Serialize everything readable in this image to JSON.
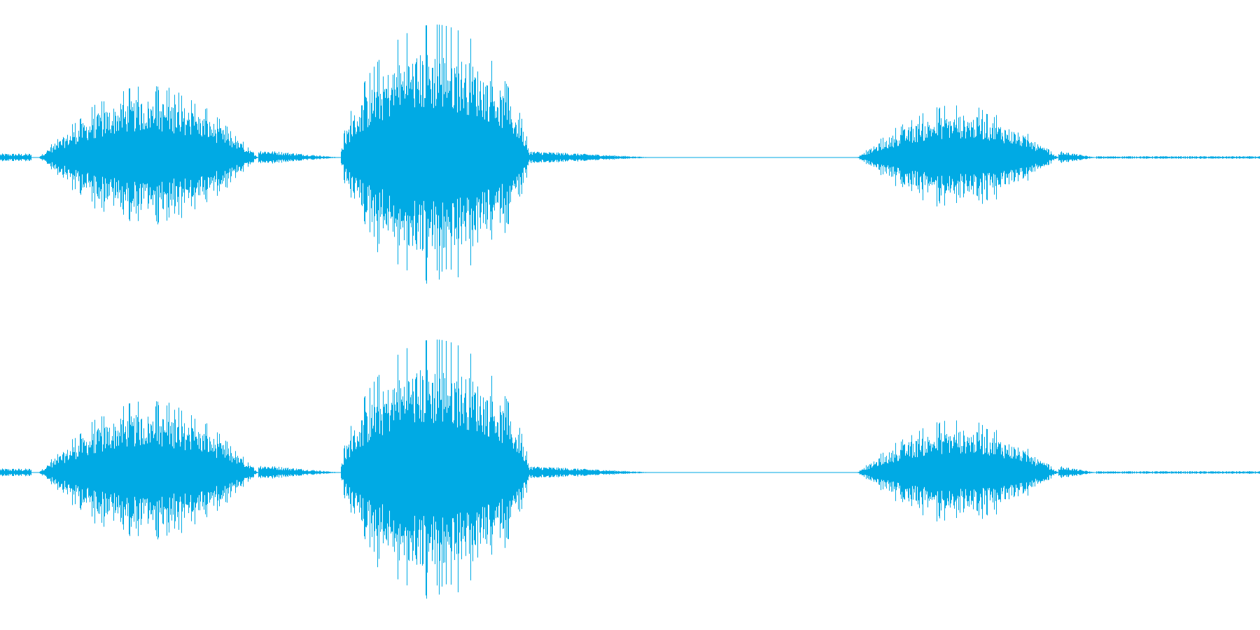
{
  "waveform": {
    "color": "#00aae4",
    "background": "#ffffff",
    "duration_fraction_scale": 1.0,
    "channels": [
      {
        "name": "left"
      },
      {
        "name": "right"
      }
    ],
    "segments": [
      {
        "start": 0.0,
        "end": 0.025,
        "peak": 0.03,
        "kind": "noise"
      },
      {
        "start": 0.03,
        "end": 0.205,
        "peak": 0.55,
        "kind": "burst",
        "shape": "hump"
      },
      {
        "start": 0.205,
        "end": 0.27,
        "peak": 0.06,
        "kind": "tail"
      },
      {
        "start": 0.27,
        "end": 0.42,
        "peak": 1.0,
        "kind": "burst",
        "shape": "spiky"
      },
      {
        "start": 0.42,
        "end": 0.52,
        "peak": 0.05,
        "kind": "tail"
      },
      {
        "start": 0.52,
        "end": 0.68,
        "peak": 0.0,
        "kind": "silence"
      },
      {
        "start": 0.68,
        "end": 0.84,
        "peak": 0.4,
        "kind": "burst",
        "shape": "hump"
      },
      {
        "start": 0.84,
        "end": 0.87,
        "peak": 0.05,
        "kind": "tail"
      },
      {
        "start": 0.87,
        "end": 1.0,
        "peak": 0.01,
        "kind": "noise"
      }
    ]
  }
}
